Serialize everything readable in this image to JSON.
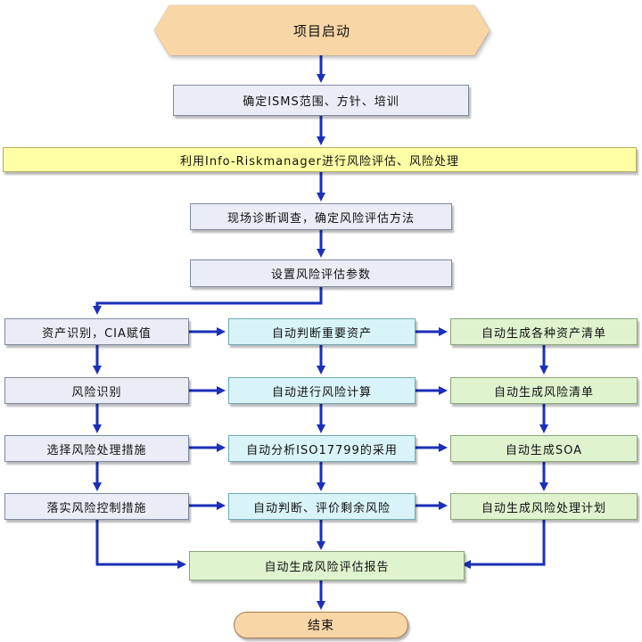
{
  "flow": {
    "start": "项目启动",
    "scope": "确定ISMS范围、方针、培训",
    "tool": "利用Info-Riskmanager进行风险评估、风险处理",
    "survey": "现场诊断调查，确定风险评估方法",
    "params": "设置风险评估参数",
    "col_left": [
      "资产识别，CIA赋值",
      "风险识别",
      "选择风险处理措施",
      "落实风险控制措施"
    ],
    "col_mid": [
      "自动判断重要资产",
      "自动进行风险计算",
      "自动分析ISO17799的采用",
      "自动判断、评价剩余风险"
    ],
    "col_right": [
      "自动生成各种资产清单",
      "自动生成风险清单",
      "自动生成SOA",
      "自动生成风险处理计划"
    ],
    "report": "自动生成风险评估报告",
    "end": "结束"
  },
  "colors": {
    "arrow": "#1b2fb8",
    "start_end_fill": "#f9d6a6",
    "step_fill": "#eaedf5",
    "tool_fill": "#ffffa6",
    "auto_fill": "#d9f4f8",
    "output_fill": "#dff3cf"
  }
}
